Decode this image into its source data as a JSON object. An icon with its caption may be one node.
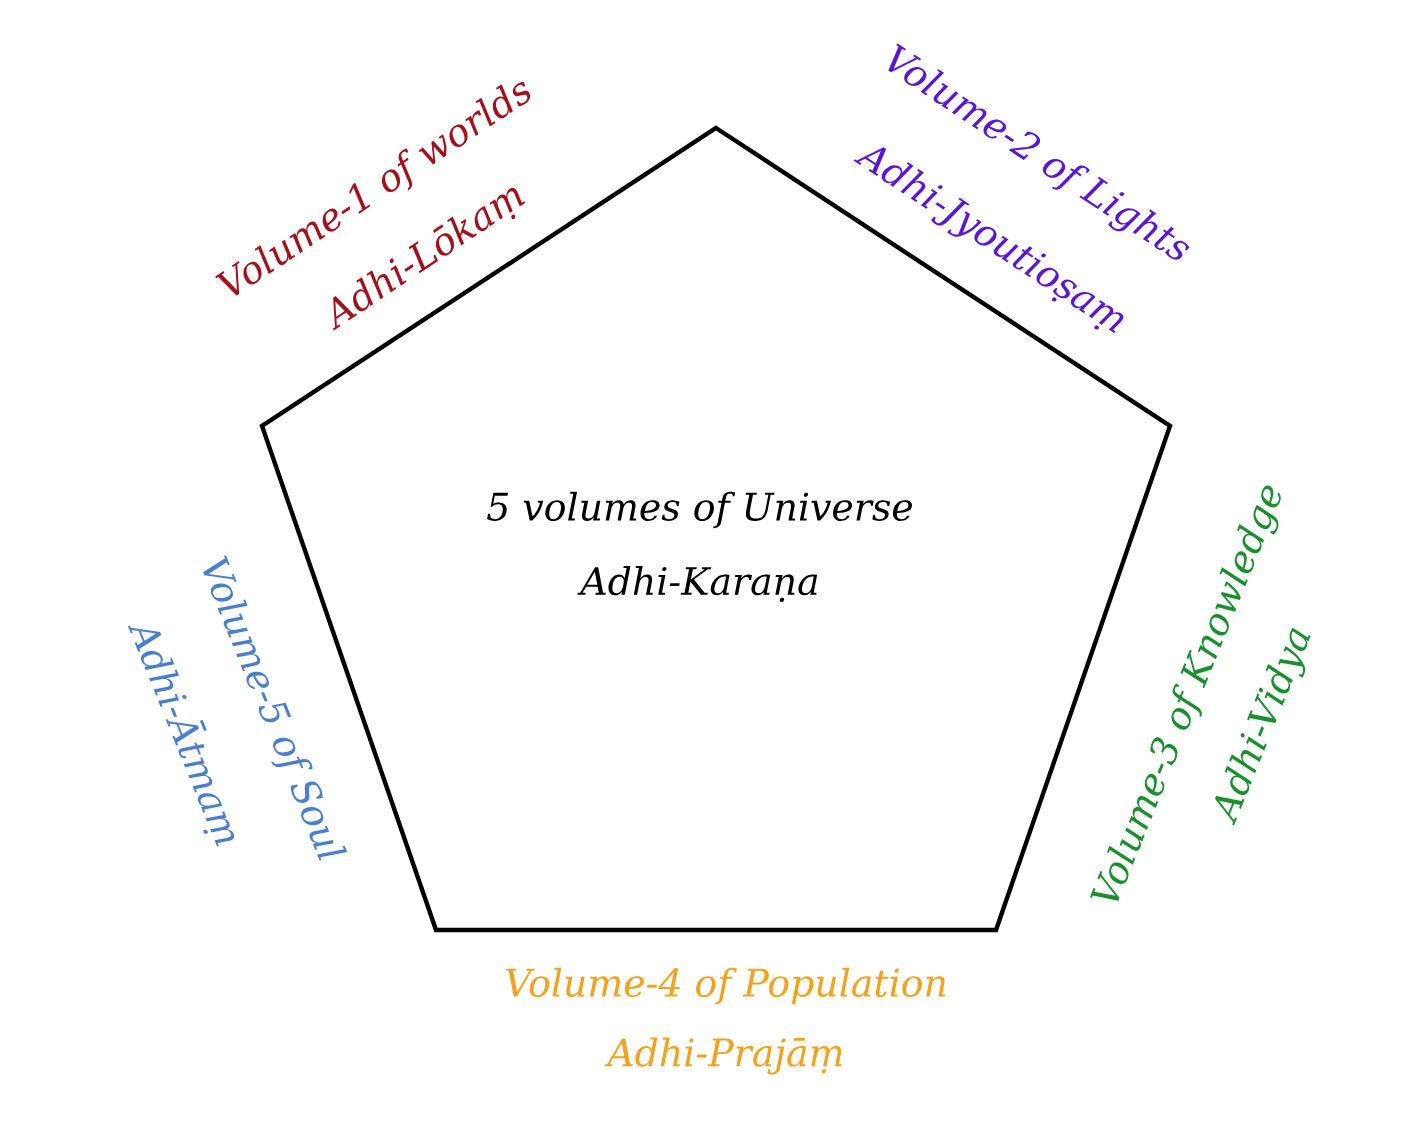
{
  "diagram": {
    "nodes": [
      {
        "text": [
          "5 volumes of Universe",
          "Adhi-Karaṇa"
        ]
      }
    ],
    "labels": [
      "Volume-1 of worlds",
      "Adhi-Lōkaṃ",
      "Volume-2 of Lights",
      "Adhi-Jyoutioṣaṃ",
      "Volume-3 of Knowledge",
      "Adhi-Vidya",
      "Volume-4 of Population",
      "Adhi-Prajāṃ",
      "Volume-5 of Soul",
      "Adhi-Ātmaṃ"
    ]
  }
}
